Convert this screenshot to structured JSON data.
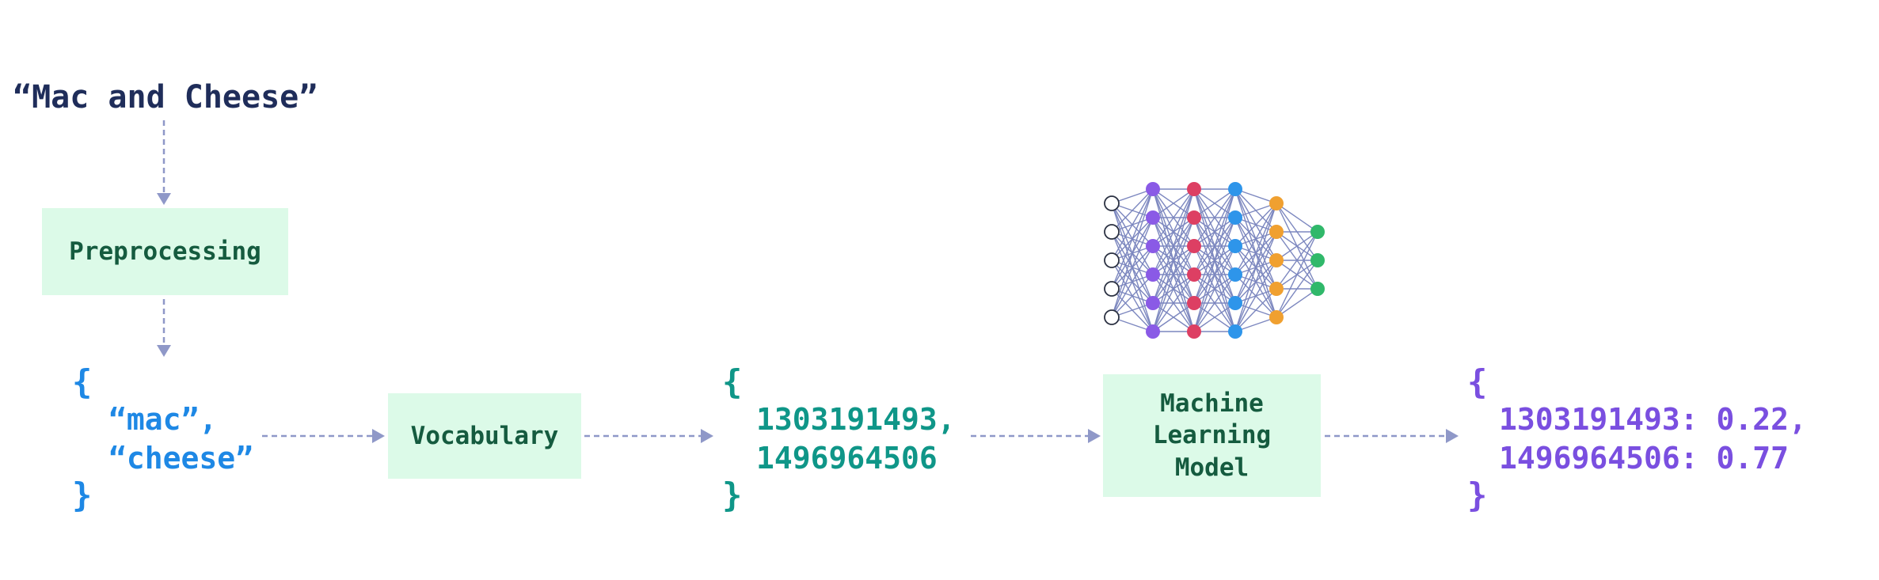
{
  "input": {
    "text": "“Mac and Cheese”"
  },
  "steps": {
    "preprocessing": "Preprocessing",
    "vocabulary": "Vocabulary",
    "model": "Machine\nLearning\nModel"
  },
  "tokens": {
    "open": "{",
    "items": [
      "“mac”,",
      "“cheese”"
    ],
    "close": "}"
  },
  "ids": {
    "open": "{",
    "items": [
      "1303191493,",
      "1496964506"
    ],
    "close": "}"
  },
  "scores": {
    "open": "{",
    "items": [
      "1303191493: 0.22,",
      "1496964506: 0.77"
    ],
    "close": "}"
  },
  "colors": {
    "box_fill": "#dcfae8",
    "box_text": "#155b3f",
    "input_text": "#1f2d5a",
    "tokens": "#1e88e5",
    "ids": "#0f9688",
    "scores": "#7a4fe0",
    "arrows": "#8f98c8",
    "network_edges": "#7c87bf",
    "layers": [
      "#ffffff",
      "#8a5ae6",
      "#dd3f63",
      "#2e95ea",
      "#f0a030",
      "#30b86a"
    ]
  },
  "network": {
    "icon": "neural-network-icon",
    "layer_sizes": [
      5,
      6,
      6,
      6,
      5,
      3
    ]
  }
}
